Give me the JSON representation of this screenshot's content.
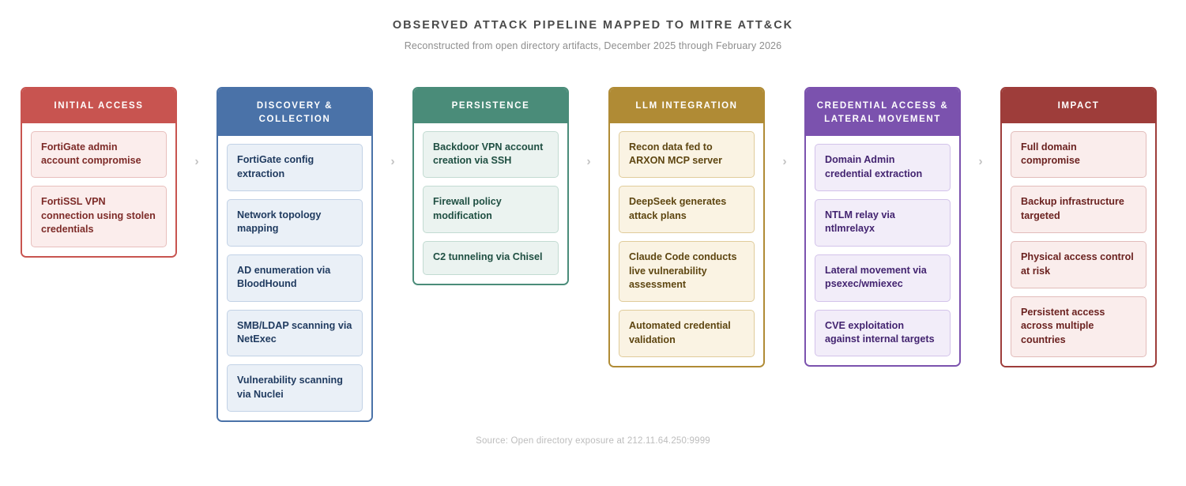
{
  "header": {
    "title": "OBSERVED ATTACK PIPELINE MAPPED TO MITRE ATT&CK",
    "subtitle": "Reconstructed from open directory artifacts, December 2025 through February 2026"
  },
  "footer": {
    "source": "Source: Open directory exposure at 212.11.64.250:9999"
  },
  "connector": {
    "glyph": "›"
  },
  "colors": {
    "initial_access": "#C85450",
    "discovery": "#4A72A8",
    "persistence": "#4A8C79",
    "llm_integration": "#B08B35",
    "credential_access": "#7B52AE",
    "impact": "#9E3D3A",
    "connector_arrow": "#C4C4C4",
    "title_text": "#4A4A4A",
    "subtitle_text": "#8E8E8E",
    "footer_text": "#BDBDBD",
    "page_background": "#FFFFFF"
  },
  "stages": [
    {
      "id": "initial-access",
      "label": "INITIAL ACCESS",
      "accent": "#C85450",
      "border": "#C85450",
      "card_bg": "#FBEDEC",
      "card_border": "#E8BFBD",
      "card_text": "#7D2B28",
      "steps": [
        "FortiGate admin account compromise",
        "FortiSSL VPN connection using stolen credentials"
      ]
    },
    {
      "id": "discovery-collection",
      "label": "DISCOVERY & COLLECTION",
      "accent": "#4A72A8",
      "border": "#4A72A8",
      "card_bg": "#EAF0F7",
      "card_border": "#C2D2E6",
      "card_text": "#1F3A5F",
      "steps": [
        "FortiGate config extraction",
        "Network topology mapping",
        "AD enumeration via BloodHound",
        "SMB/LDAP scanning via NetExec",
        "Vulnerability scanning via Nuclei"
      ]
    },
    {
      "id": "persistence",
      "label": "PERSISTENCE",
      "accent": "#4A8C79",
      "border": "#4A8C79",
      "card_bg": "#EBF3F0",
      "card_border": "#C2DBD2",
      "card_text": "#1F4F42",
      "steps": [
        "Backdoor VPN account creation via SSH",
        "Firewall policy modification",
        "C2 tunneling via Chisel"
      ]
    },
    {
      "id": "llm-integration",
      "label": "LLM INTEGRATION",
      "accent": "#B08B35",
      "border": "#B08B35",
      "card_bg": "#FAF3E3",
      "card_border": "#E0CC9B",
      "card_text": "#5E4611",
      "steps": [
        "Recon data fed to ARXON MCP server",
        "DeepSeek generates attack plans",
        "Claude Code conducts live vulnerability assessment",
        "Automated credential validation"
      ]
    },
    {
      "id": "credential-access-lateral-movement",
      "label": "CREDENTIAL ACCESS & LATERAL MOVEMENT",
      "accent": "#7B52AE",
      "border": "#7B52AE",
      "card_bg": "#F2EDF9",
      "card_border": "#D3C3EA",
      "card_text": "#432470",
      "steps": [
        "Domain Admin credential extraction",
        "NTLM relay via ntlmrelayx",
        "Lateral movement via psexec/wmiexec",
        "CVE exploitation against internal targets"
      ]
    },
    {
      "id": "impact",
      "label": "IMPACT",
      "accent": "#9E3D3A",
      "border": "#9E3D3A",
      "card_bg": "#FAEDEC",
      "card_border": "#E2BCBA",
      "card_text": "#6B2220",
      "steps": [
        "Full domain compromise",
        "Backup infrastructure targeted",
        "Physical access control at risk",
        "Persistent access across multiple countries"
      ]
    }
  ]
}
